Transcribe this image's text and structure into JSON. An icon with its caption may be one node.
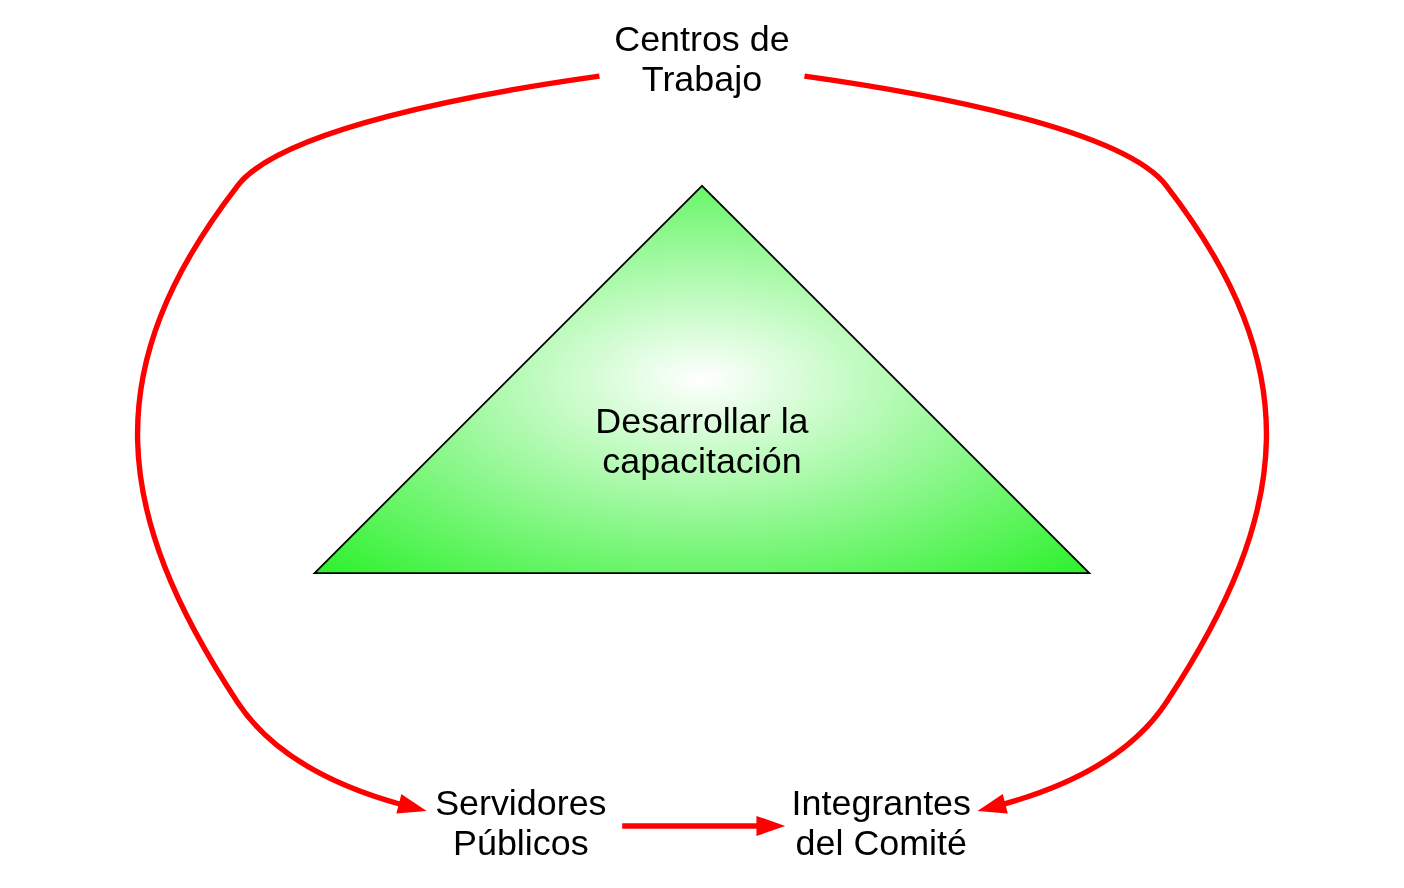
{
  "diagram": {
    "nodes": [
      {
        "text": [
          "Centros de Trabajo"
        ]
      },
      {
        "text": [
          "Desarrollar la capacitación"
        ]
      },
      {
        "text": [
          "Servidores Públicos"
        ]
      },
      {
        "text": [
          "Integrantes del Comité"
        ]
      }
    ],
    "edges": [
      {
        "from": 0,
        "to": 2,
        "arrow": "to"
      },
      {
        "from": 0,
        "to": 3,
        "arrow": "to"
      },
      {
        "from": 2,
        "to": 3,
        "arrow": "to"
      }
    ]
  }
}
